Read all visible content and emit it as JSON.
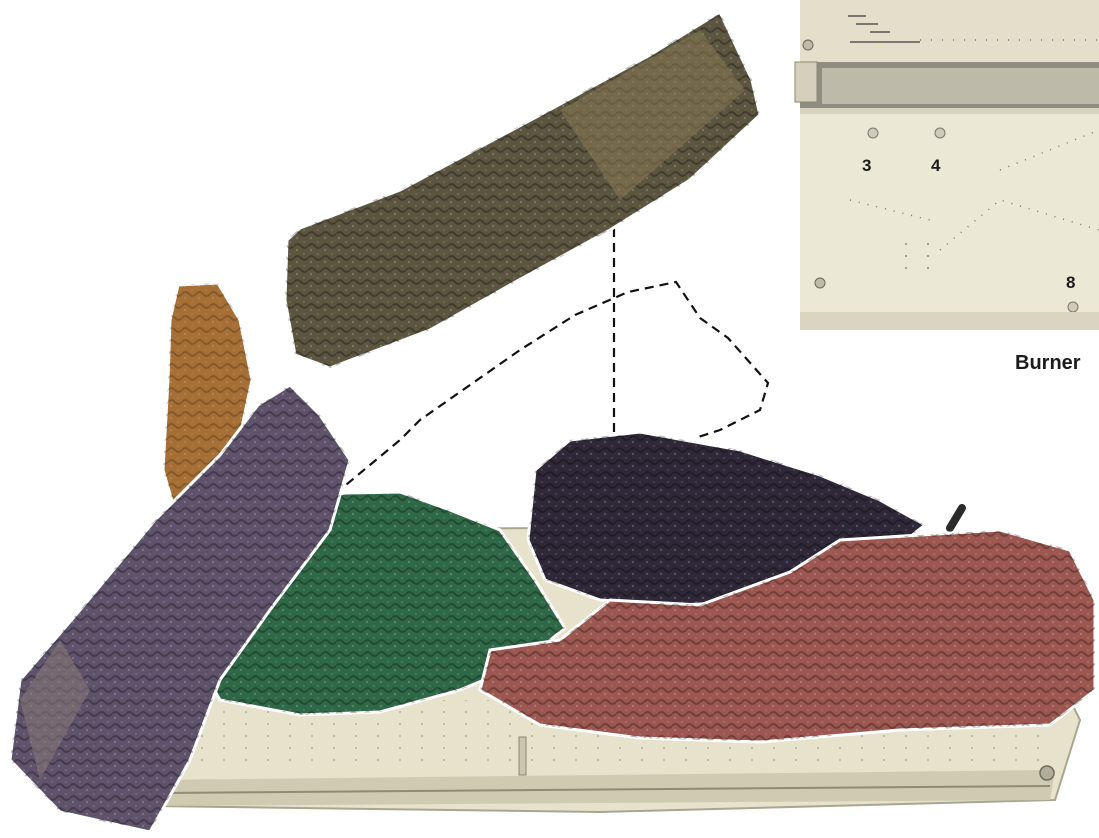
{
  "inset": {
    "pin_labels": [
      "3",
      "4",
      "8"
    ],
    "caption": "Burner"
  },
  "colors": {
    "tray": "#e8e4cf",
    "inset_panel": "#ece8d6",
    "log_top": "#5c5540",
    "log_tall": "#a66f35",
    "log_purple": "#5e536a",
    "log_green": "#2f6846",
    "log_dark": "#2e2838",
    "log_red": "#9c5850"
  },
  "logs": [
    {
      "id": "top",
      "color": "log_top"
    },
    {
      "id": "tall",
      "color": "log_tall"
    },
    {
      "id": "purple",
      "color": "log_purple"
    },
    {
      "id": "green",
      "color": "log_green"
    },
    {
      "id": "dark",
      "color": "log_dark"
    },
    {
      "id": "red",
      "color": "log_red"
    }
  ]
}
